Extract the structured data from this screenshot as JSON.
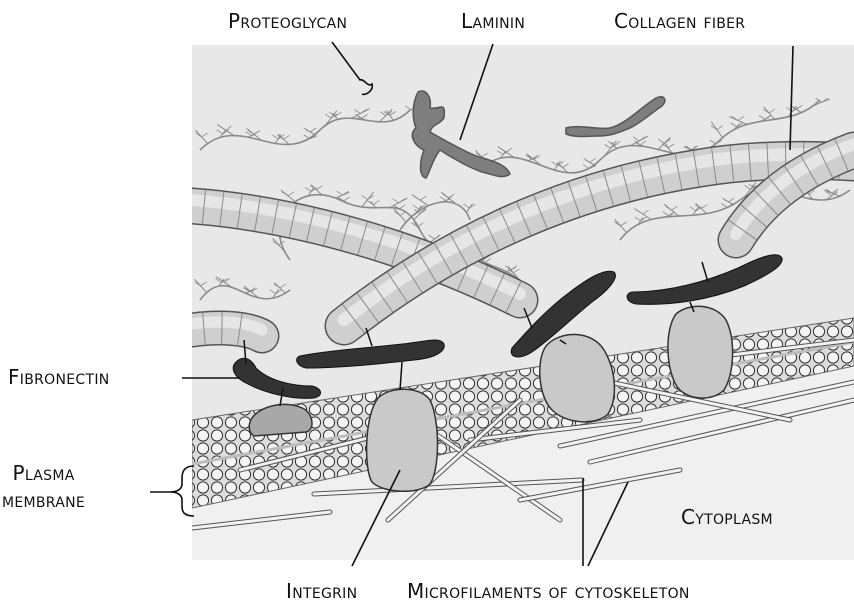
{
  "labels": {
    "proteoglycan": "Proteoglycan",
    "laminin": "Laminin",
    "collagen_fiber": "Collagen fiber",
    "fibronectin": "Fibronectin",
    "plasma_membrane_line1": "Plasma",
    "plasma_membrane_line2": "membrane",
    "cytoplasm": "Cytoplasm",
    "integrin": "Integrin",
    "microfilaments": "Microfilaments of cytoskeleton"
  },
  "colors": {
    "ecm_background": "#e6e6e6",
    "cytoplasm_background": "#efefef",
    "collagen": "#c8c8c8",
    "fibronectin": "#3a3a3a",
    "integrin": "#c4c4c4",
    "laminin": "#7a7a7a",
    "proteoglycan": "#8a8a8a",
    "lipid_head": "#f2f2f2",
    "leader_line": "#111111"
  }
}
